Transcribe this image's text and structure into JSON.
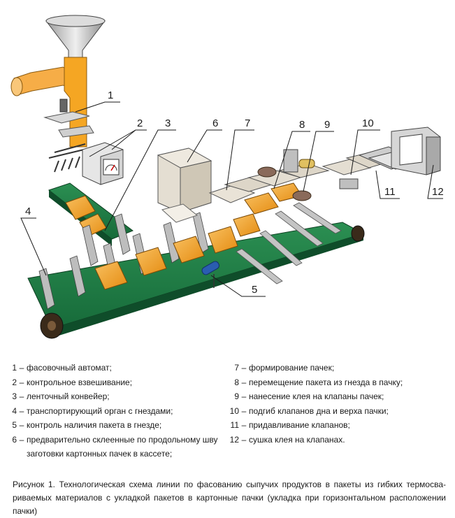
{
  "callouts": [
    "1",
    "2",
    "3",
    "4",
    "5",
    "6",
    "7",
    "8",
    "9",
    "10",
    "11",
    "12"
  ],
  "legend_left": [
    {
      "num": "1",
      "text": "фасовочный автомат;"
    },
    {
      "num": "2",
      "text": "контрольное взвешивание;"
    },
    {
      "num": "3",
      "text": "ленточный конвейер;"
    },
    {
      "num": "4",
      "text": "транспортирующий орган с гнездами;"
    },
    {
      "num": "5",
      "text": "контроль наличия пакета в гнезде;"
    },
    {
      "num": "6",
      "text": "предварительно склеенные по продольному шву",
      "cont": "заготовки картонных пачек в кассете;"
    }
  ],
  "legend_right": [
    {
      "num": "7",
      "text": "формирование пачек;"
    },
    {
      "num": "8",
      "text": "перемещение пакета из гнезда в пачку;"
    },
    {
      "num": "9",
      "text": "нанесение клея на клапаны пачек;"
    },
    {
      "num": "10",
      "text": "подгиб клапанов дна и верха пачки;"
    },
    {
      "num": "11",
      "text": "придавливание клапанов;"
    },
    {
      "num": "12",
      "text": "сушка клея на клапанах."
    }
  ],
  "caption": "Рисунок 1. Технологическая схема линии по фасованию сыпучих продуктов в пакеты из гибких термосва­риваемых материалов с укладкой пакетов в картонные пачки (укладка при горизонтальном расположении пачки)",
  "colors": {
    "belt": "#1f7a44",
    "belt_dark": "#145a31",
    "orange": "#f5a623",
    "orange_dark": "#d9820f",
    "gray": "#c9c9c9",
    "gray_dark": "#8a8a8a",
    "carton": "#d8d2c4",
    "blue": "#2a5db0"
  },
  "icons": [
    "funnel-icon",
    "gauge-icon",
    "roller-icon",
    "sensor-icon"
  ]
}
